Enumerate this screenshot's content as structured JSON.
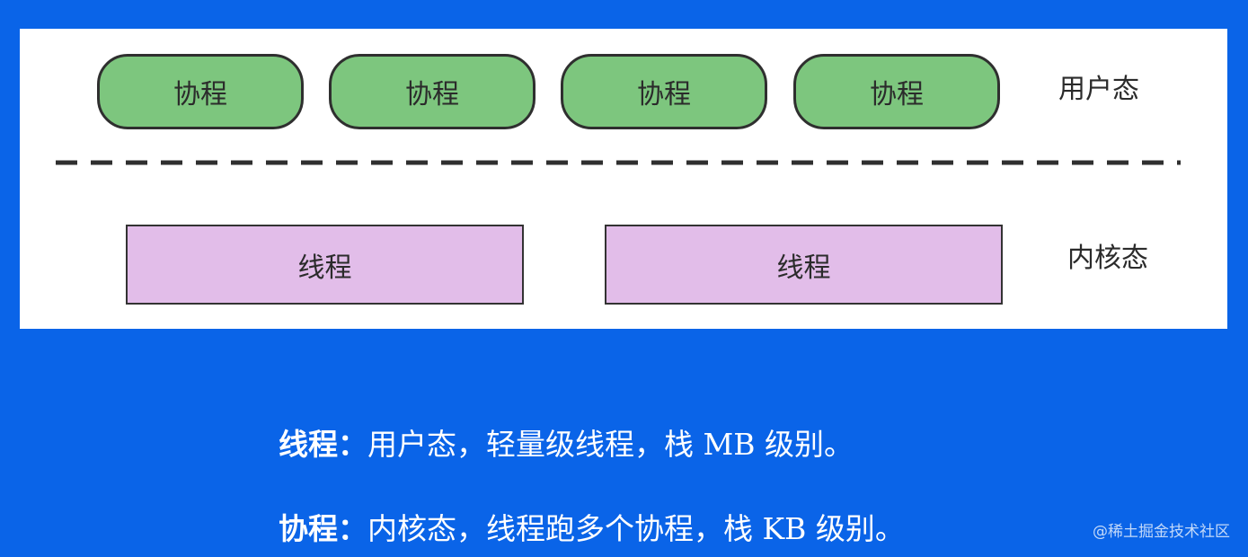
{
  "diagram": {
    "coroutines": [
      "协程",
      "协程",
      "协程",
      "协程"
    ],
    "threads": [
      "线程",
      "线程"
    ],
    "user_mode_label": "用户态",
    "kernel_mode_label": "内核态",
    "colors": {
      "coroutine_fill": "#7dc67e",
      "thread_fill": "#e2bde9",
      "outline": "#2f2f2f",
      "background": "#0a64e8"
    }
  },
  "captions": [
    {
      "term": "线程：",
      "text": "用户态，轻量级线程，栈 MB 级别。"
    },
    {
      "term": "协程：",
      "text": "内核态，线程跑多个协程，栈 KB 级别。"
    }
  ],
  "watermark": "@稀土掘金技术社区"
}
